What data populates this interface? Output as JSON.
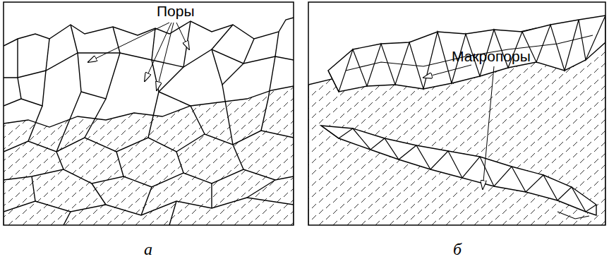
{
  "diagram": {
    "labels": [
      "Поры",
      "Макропоры",
      "а",
      "б"
    ]
  }
}
